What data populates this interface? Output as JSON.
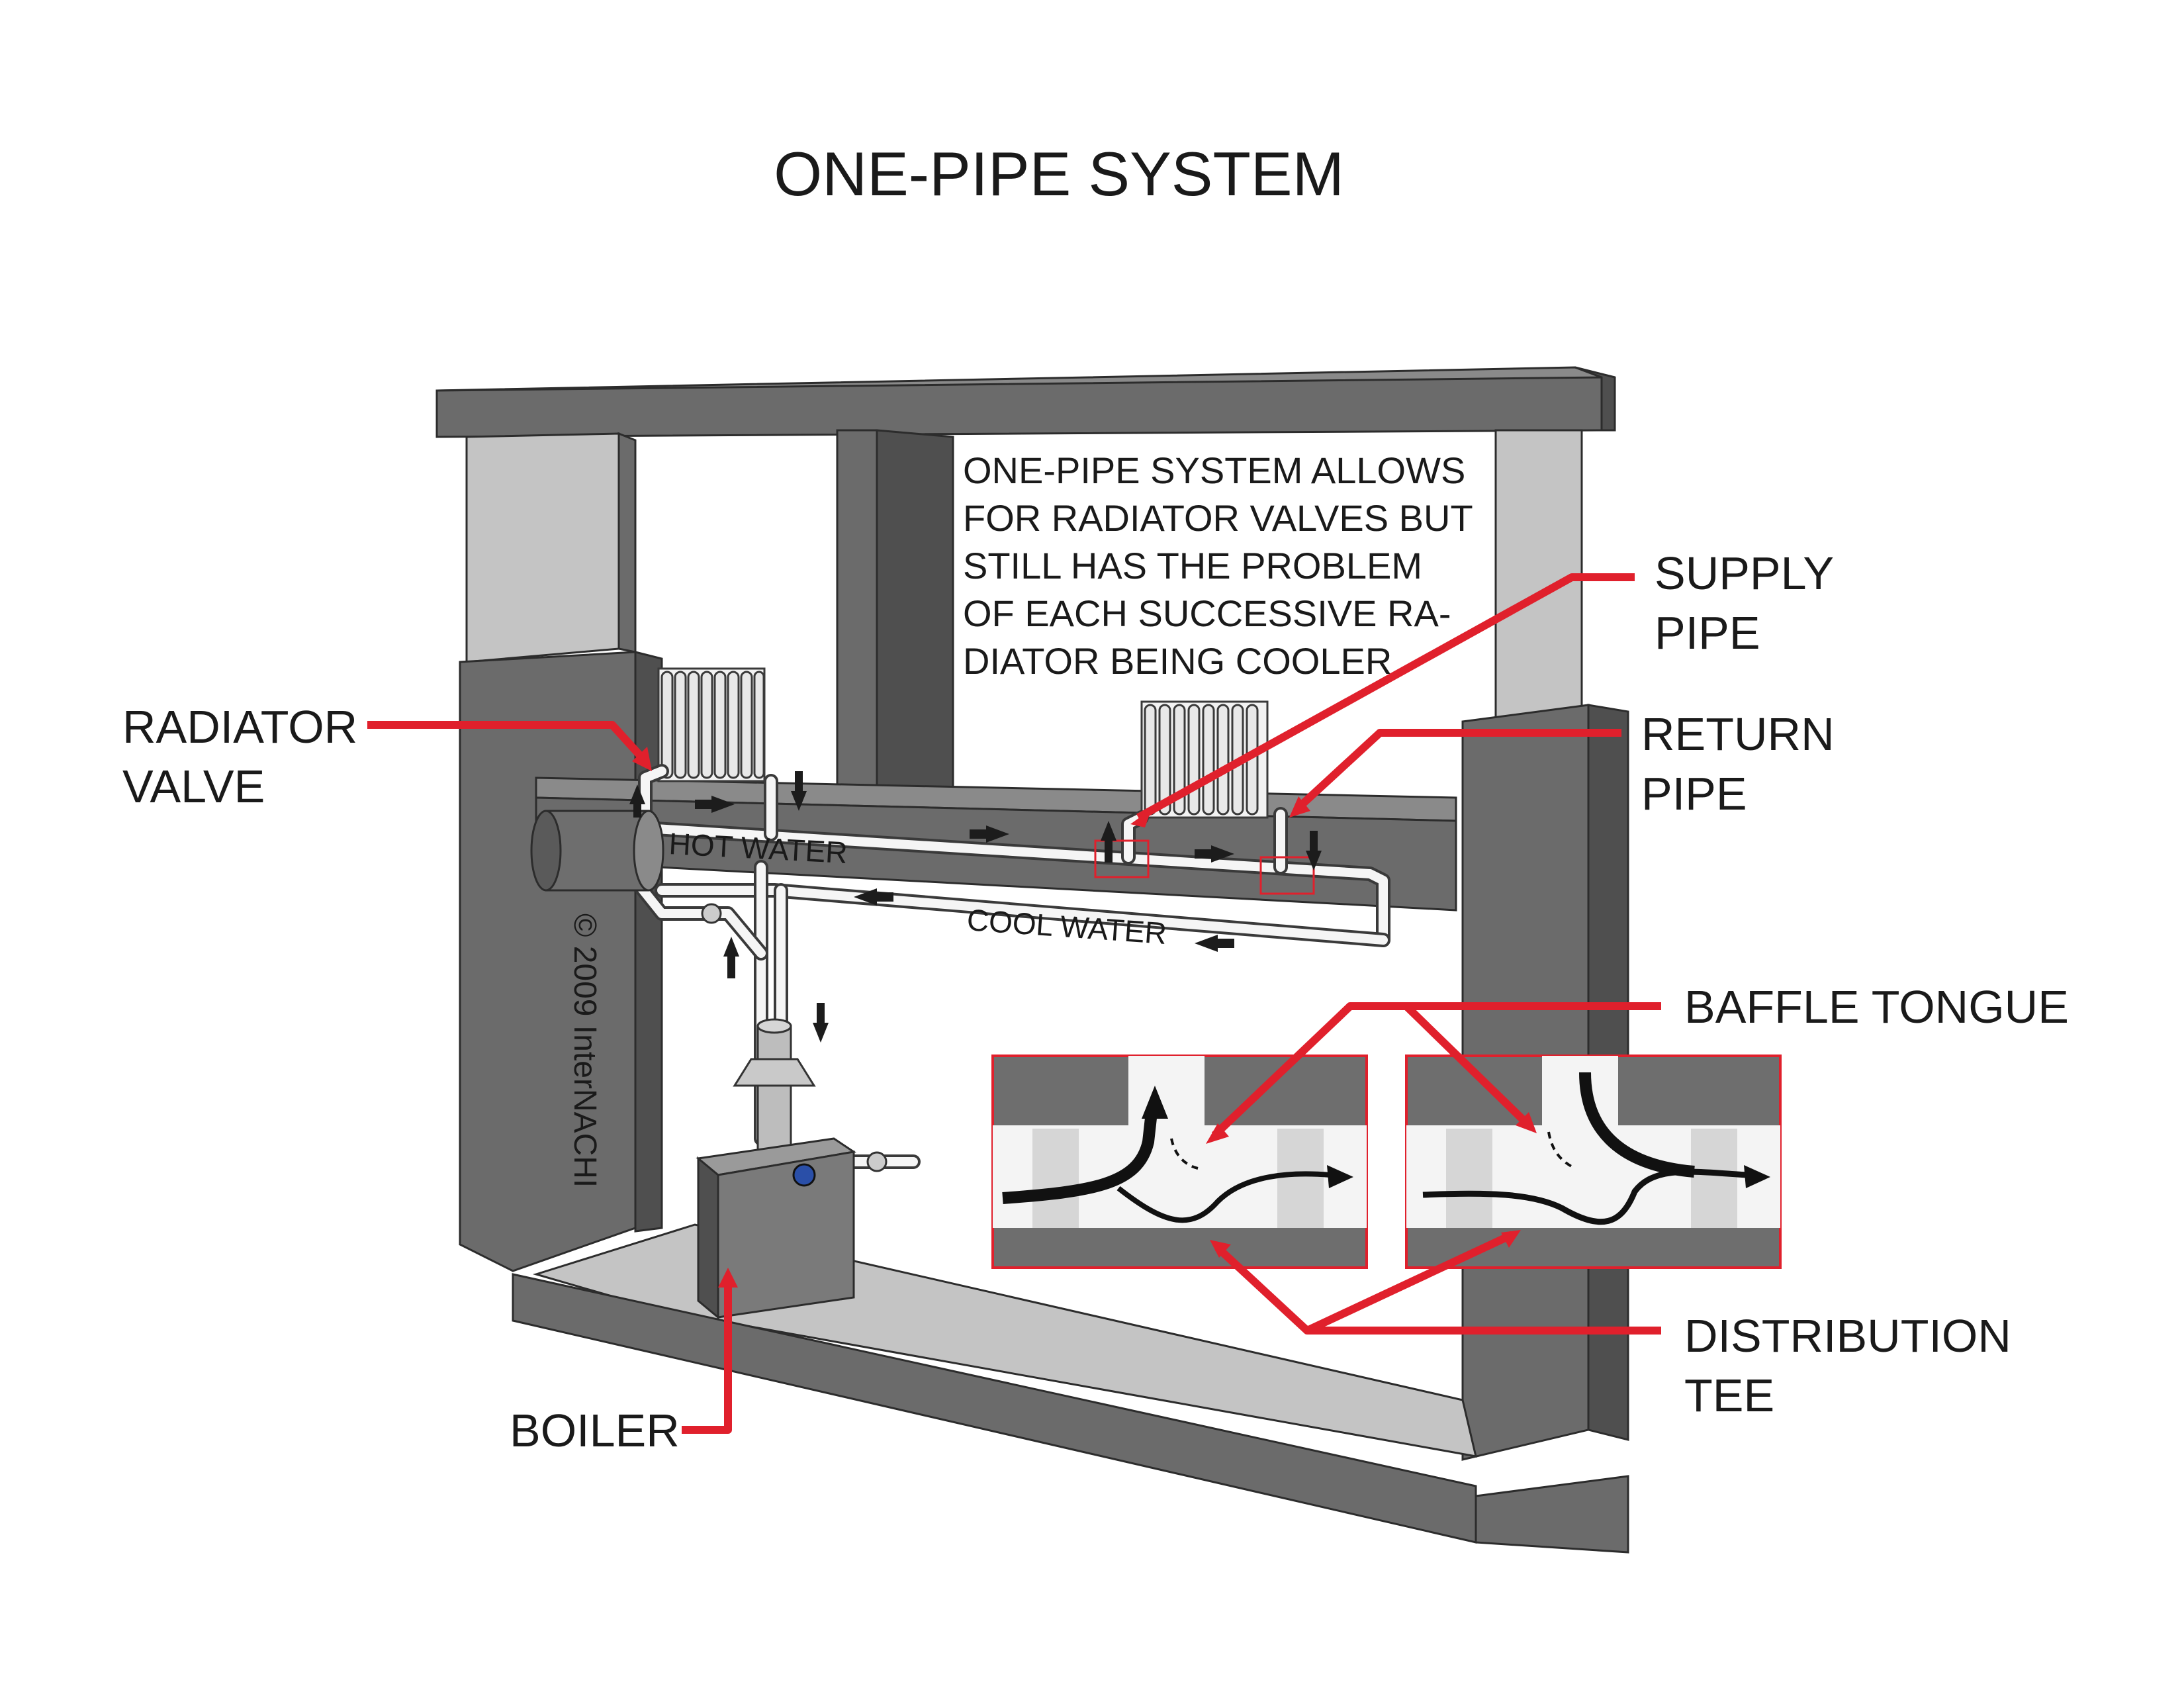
{
  "title": "ONE-PIPE SYSTEM",
  "note_lines": [
    "ONE-PIPE SYSTEM ALLOWS",
    "FOR RADIATOR VALVES BUT",
    "STILL HAS THE PROBLEM",
    "OF EACH SUCCESSIVE RA-",
    "DIATOR BEING COOLER"
  ],
  "labels": {
    "radiator_valve": [
      "RADIATOR",
      "VALVE"
    ],
    "supply_pipe": [
      "SUPPLY",
      "PIPE"
    ],
    "return_pipe": [
      "RETURN",
      "PIPE"
    ],
    "baffle_tongue": "BAFFLE TONGUE",
    "distribution_tee": [
      "DISTRIBUTION",
      "TEE"
    ],
    "boiler": "BOILER",
    "hot_water": "HOT WATER",
    "cool_water": "COOL WATER"
  },
  "copyright": "© 2009 InterNACHI",
  "colors": {
    "leader_red": "#e0202c",
    "wood_front": "#6b6b6b",
    "wood_light": "#c4c4c4",
    "pipe": "#3a3a3a"
  }
}
